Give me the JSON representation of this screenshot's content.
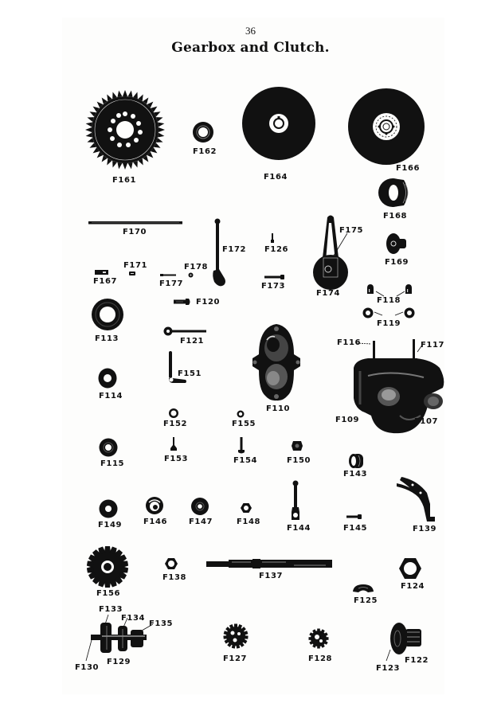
{
  "page": {
    "number": "36",
    "title": "Gearbox and Clutch."
  },
  "parts": {
    "F161": {
      "label": "F161",
      "description": "large chain sprocket"
    },
    "F162": {
      "label": "F162",
      "description": "small bush washer"
    },
    "F164": {
      "label": "F164",
      "description": "clutch plate (plain)"
    },
    "F166": {
      "label": "F166",
      "description": "clutch plate (centre)"
    },
    "F168": {
      "label": "F168",
      "description": "clutch sleeve"
    },
    "F169": {
      "label": "F169",
      "description": "clutch stud"
    },
    "F170": {
      "label": "F170",
      "description": "long push rod"
    },
    "F172": {
      "label": "F172",
      "description": "lever arm"
    },
    "F126": {
      "label": "F126",
      "description": "small pin"
    },
    "F175": {
      "label": "F175",
      "description": "cable lever"
    },
    "F174": {
      "label": "F174",
      "description": "lever body"
    },
    "F171": {
      "label": "F171",
      "description": "small block"
    },
    "F178": {
      "label": "F178",
      "description": "small washer"
    },
    "F167": {
      "label": "F167",
      "description": "small block"
    },
    "F177": {
      "label": "F177",
      "description": "screw"
    },
    "F173": {
      "label": "F173",
      "description": "screw"
    },
    "F118": {
      "label": "F118",
      "description": "cap nuts (pair)"
    },
    "F119": {
      "label": "F119",
      "description": "washers (pair)"
    },
    "F120": {
      "label": "F120",
      "description": "bolt"
    },
    "F113": {
      "label": "F113",
      "description": "large ring"
    },
    "F121": {
      "label": "F121",
      "description": "rod with eye"
    },
    "F116": {
      "label": "F116",
      "description": "stud"
    },
    "F117": {
      "label": "F117",
      "description": "stud"
    },
    "F114": {
      "label": "F114",
      "description": "ring"
    },
    "F151": {
      "label": "F151",
      "description": "bent lever"
    },
    "F110": {
      "label": "F110",
      "description": "gearbox cover"
    },
    "F109": {
      "label": "F109",
      "description": "gearbox shell"
    },
    "F107": {
      "label": "F107",
      "description": "gearbox housing"
    },
    "F152": {
      "label": "F152",
      "description": "small washer"
    },
    "F155": {
      "label": "F155",
      "description": "small washer"
    },
    "F115": {
      "label": "F115",
      "description": "ring"
    },
    "F153": {
      "label": "F153",
      "description": "pin"
    },
    "F154": {
      "label": "F154",
      "description": "bolt"
    },
    "F150": {
      "label": "F150",
      "description": "nut"
    },
    "F143": {
      "label": "F143",
      "description": "bush"
    },
    "F149": {
      "label": "F149",
      "description": "washer"
    },
    "F146": {
      "label": "F146",
      "description": "cup washer"
    },
    "F147": {
      "label": "F147",
      "description": "washer"
    },
    "F148": {
      "label": "F148",
      "description": "hex nut"
    },
    "F144": {
      "label": "F144",
      "description": "selector rod"
    },
    "F145": {
      "label": "F145",
      "description": "screw"
    },
    "F139": {
      "label": "F139",
      "description": "selector fork"
    },
    "F156": {
      "label": "F156",
      "description": "gearbox sprocket"
    },
    "F138": {
      "label": "F138",
      "description": "hex nut"
    },
    "F137": {
      "label": "F137",
      "description": "main shaft"
    },
    "F124": {
      "label": "F124",
      "description": "large hex nut"
    },
    "F125": {
      "label": "F125",
      "description": "key"
    },
    "F133": {
      "label": "F133",
      "description": "gear"
    },
    "F134": {
      "label": "F134",
      "description": "gear"
    },
    "F135": {
      "label": "F135",
      "description": "gear"
    },
    "F130": {
      "label": "F130",
      "description": "layshaft"
    },
    "F129": {
      "label": "F129",
      "description": "layshaft assembly"
    },
    "F127": {
      "label": "F127",
      "description": "gear"
    },
    "F128": {
      "label": "F128",
      "description": "gear"
    },
    "F122": {
      "label": "F122",
      "description": "pinion sleeve"
    },
    "F123": {
      "label": "F123",
      "description": "gear"
    }
  },
  "colors": {
    "ink": "#111111",
    "paper": "#fdfdfc",
    "background": "#ffffff"
  }
}
